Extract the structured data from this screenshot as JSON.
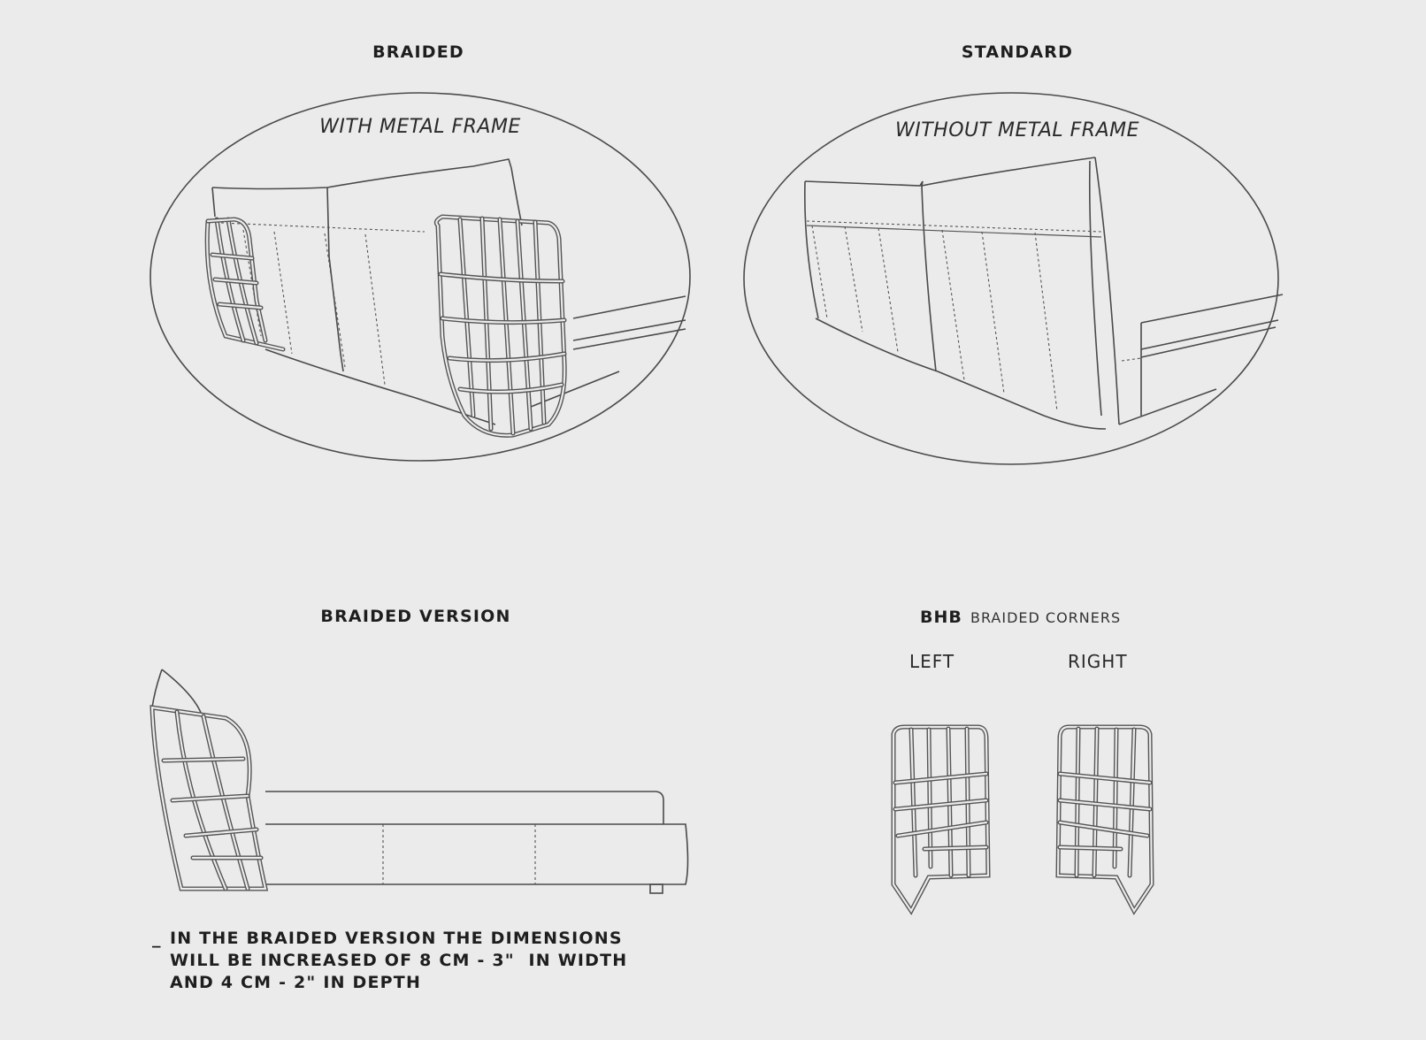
{
  "panels": {
    "braided": {
      "title": "BRAIDED",
      "subtitle": "WITH METAL FRAME"
    },
    "standard": {
      "title": "STANDARD",
      "subtitle": "WITHOUT METAL FRAME"
    },
    "braided_version": {
      "title": "BRAIDED VERSION",
      "note_marker": "_",
      "note_lines": [
        "IN THE BRAIDED VERSION THE DIMENSIONS",
        "WILL BE INCREASED OF 8 CM - 3\"  IN WIDTH",
        "AND 4 CM - 2\" IN DEPTH"
      ]
    },
    "corners": {
      "code": "BHB",
      "title": "BRAIDED CORNERS",
      "left_label": "LEFT",
      "right_label": "RIGHT"
    }
  },
  "colors": {
    "background": "#ebebeb",
    "line": "#4a4a4a",
    "text": "#1e1e1e"
  }
}
